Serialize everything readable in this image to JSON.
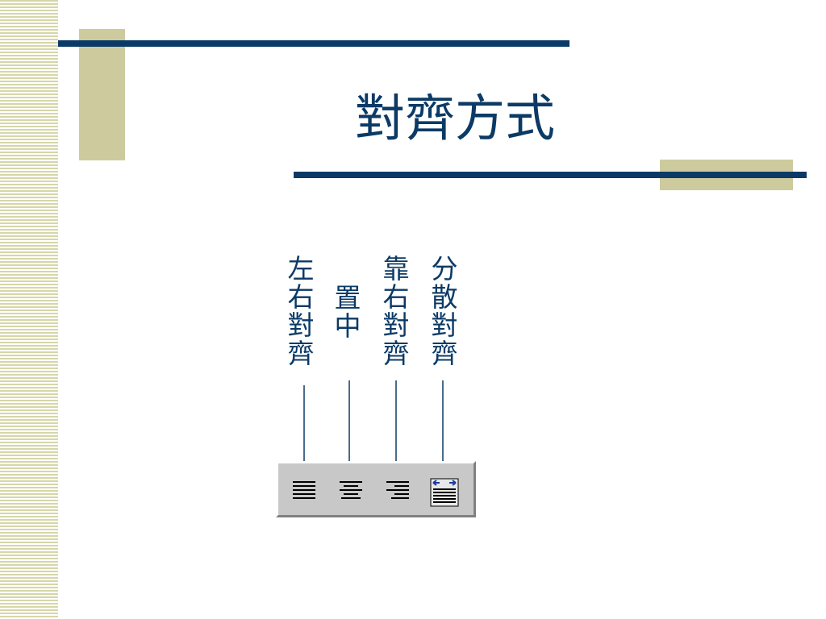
{
  "slide": {
    "title": "對齊方式",
    "labels": [
      {
        "id": "justify",
        "text": "左右對齊"
      },
      {
        "id": "center",
        "text": "置中"
      },
      {
        "id": "right",
        "text": "靠右對齊"
      },
      {
        "id": "distributed",
        "text": "分散對齊"
      }
    ]
  },
  "toolbar": {
    "buttons": [
      {
        "name": "justify-align-button",
        "icon": "justify-lines-icon"
      },
      {
        "name": "center-align-button",
        "icon": "center-lines-icon"
      },
      {
        "name": "right-align-button",
        "icon": "right-lines-icon"
      },
      {
        "name": "distributed-align-button",
        "icon": "distributed-lines-icon"
      }
    ]
  },
  "colors": {
    "accent": "#0b3a66",
    "khaki": "#cdcb9e",
    "toolbar_bg": "#c8c8c8"
  }
}
